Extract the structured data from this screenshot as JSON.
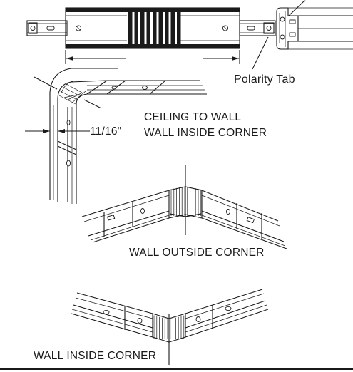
{
  "labels": {
    "polarity_tab": "Polarity Tab",
    "dimension": "11/16\"",
    "ceiling_to_wall_line1": "CEILING TO WALL",
    "ceiling_to_wall_line2": "WALL INSIDE CORNER",
    "wall_outside_corner": "WALL OUTSIDE CORNER",
    "wall_inside_corner": "WALL INSIDE CORNER"
  }
}
